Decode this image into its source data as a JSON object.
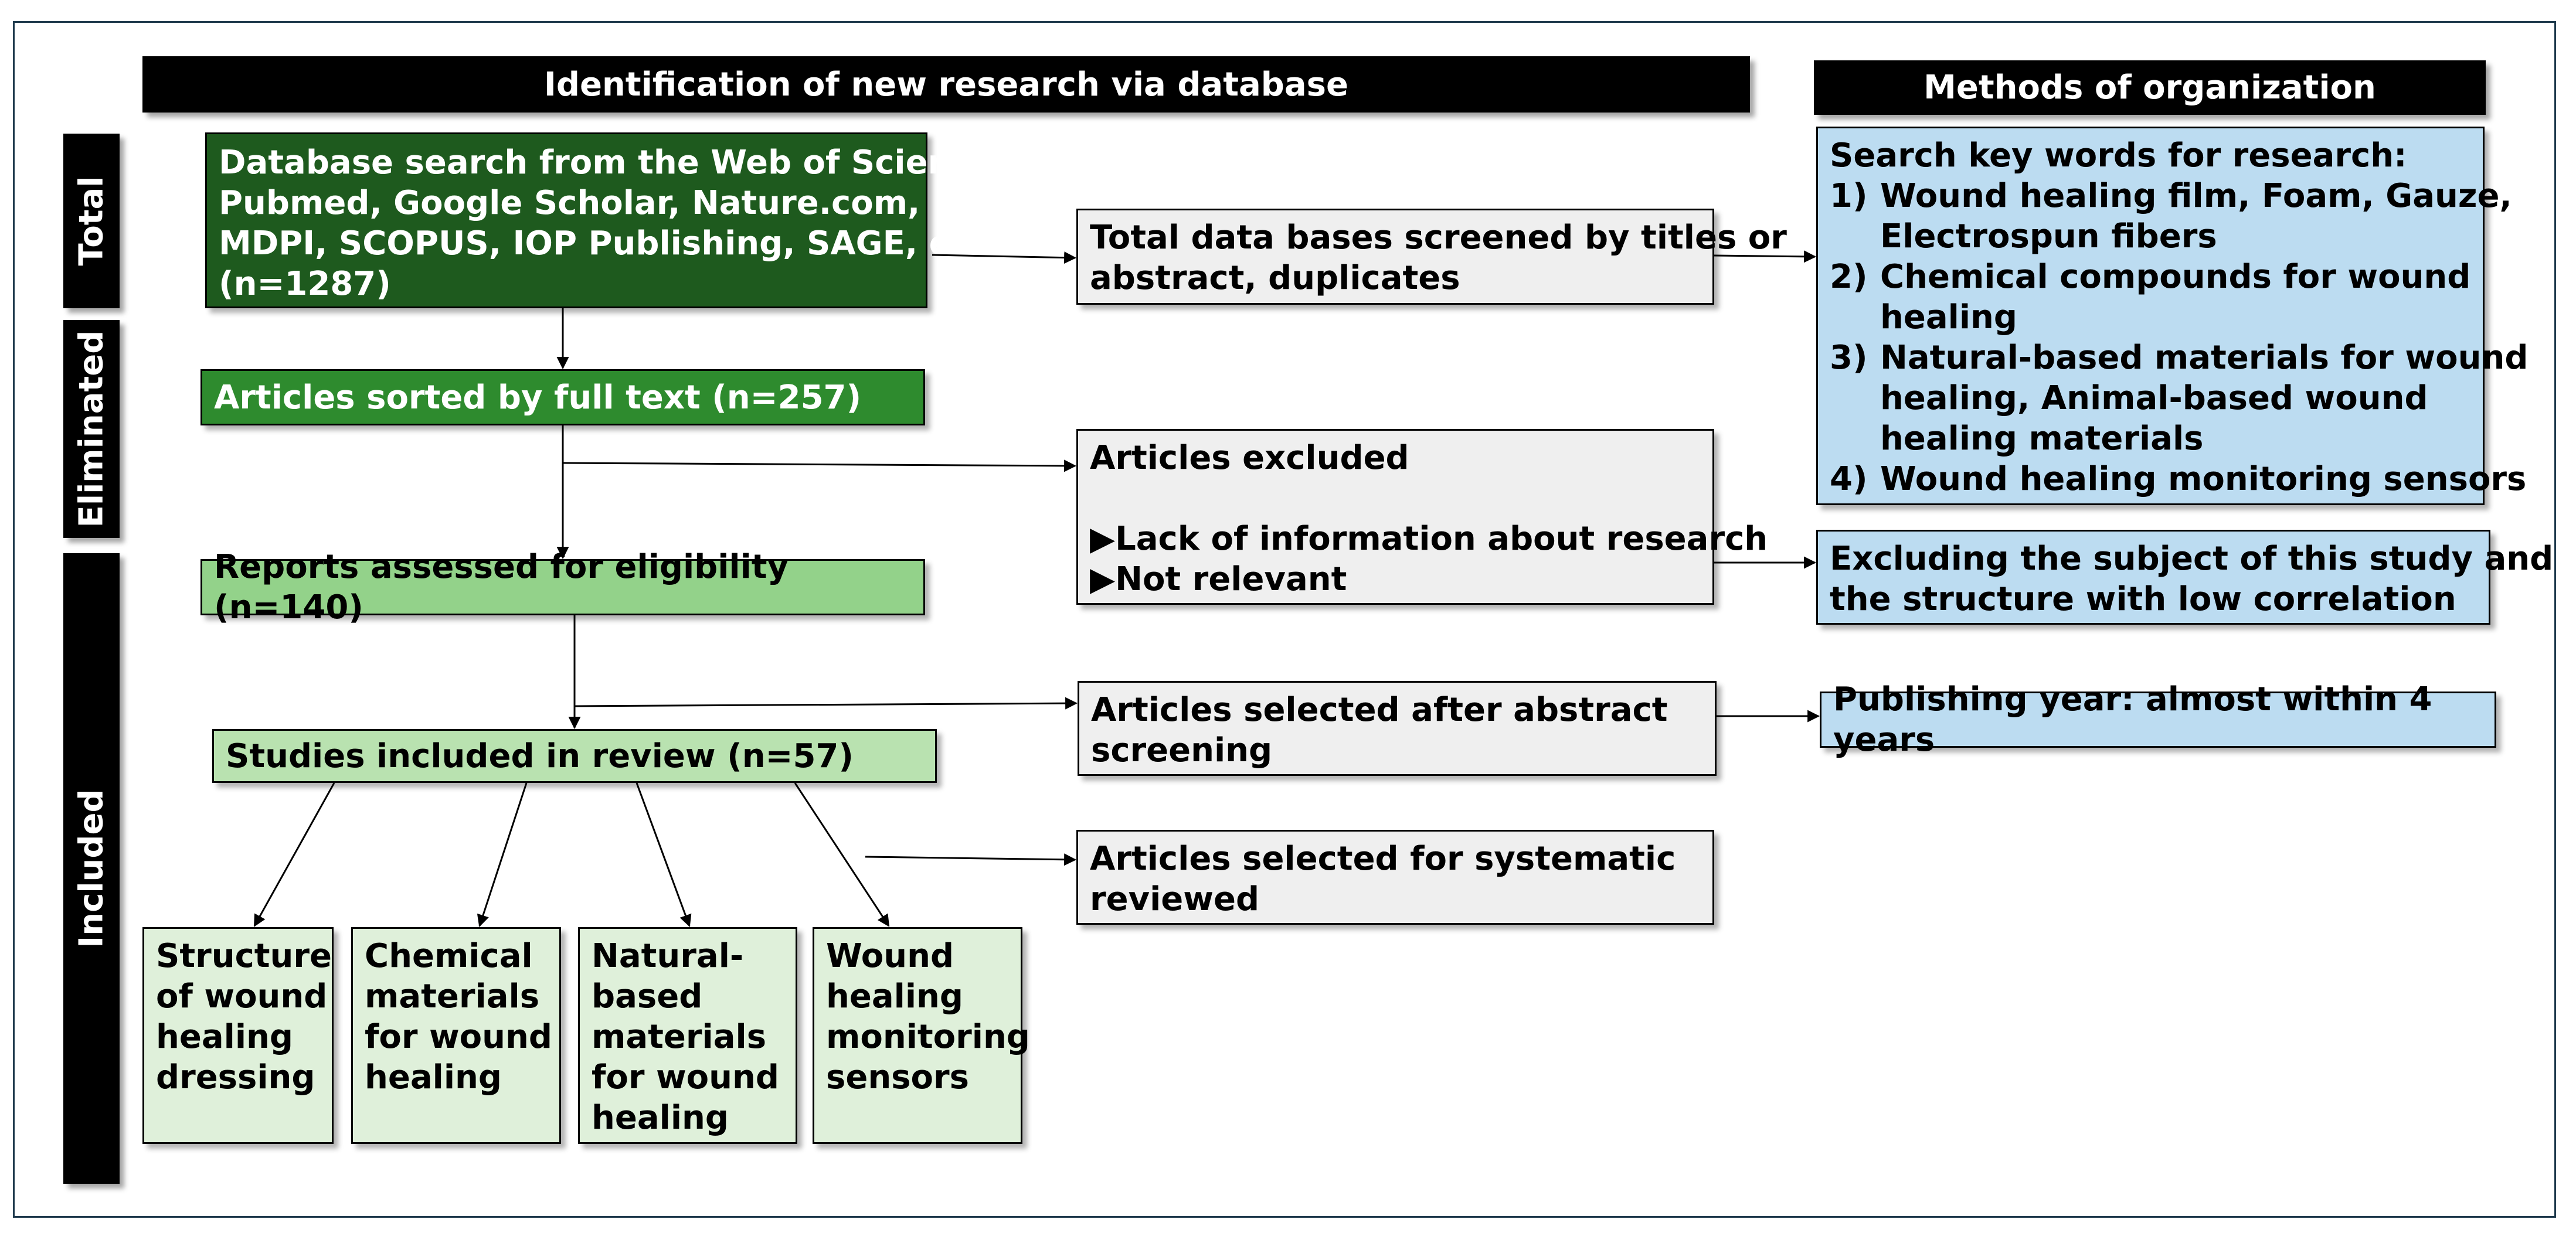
{
  "headers": {
    "identification": "Identification of new research via database",
    "methods": "Methods of organization"
  },
  "stages": {
    "total": "Total",
    "eliminated": "Eliminated",
    "included": "Included"
  },
  "flow": {
    "database_search": {
      "lines": [
        "Database search from the Web of Science,",
        "Pubmed, Google Scholar, Nature.com,",
        "MDPI, SCOPUS, IOP Publishing, SAGE, etc.",
        "(n=1287)"
      ]
    },
    "full_text": "Articles sorted by full text (n=257)",
    "eligibility": "Reports assessed for eligibility (n=140)",
    "included_review": "Studies included in review (n=57)"
  },
  "screening": {
    "total_screened": {
      "lines": [
        "Total data bases screened by titles or",
        "abstract, duplicates"
      ]
    },
    "excluded": {
      "title": "Articles excluded",
      "bullet_marker": "▶",
      "items": [
        "Lack of information about research",
        "Not relevant"
      ]
    },
    "abstract_selected": {
      "lines": [
        "Articles selected after abstract",
        "screening"
      ]
    },
    "systematic": {
      "lines": [
        "Articles selected for systematic",
        "reviewed"
      ]
    }
  },
  "categories": [
    {
      "lines": [
        "Structure",
        "of wound",
        "healing",
        "dressing"
      ]
    },
    {
      "lines": [
        "Chemical",
        "materials",
        "for wound",
        "healing"
      ]
    },
    {
      "lines": [
        "Natural-",
        "based",
        "materials",
        "for wound",
        "healing"
      ]
    },
    {
      "lines": [
        "Wound",
        "healing",
        "monitoring",
        "sensors"
      ]
    }
  ],
  "methods": {
    "keywords": {
      "title": "Search key words for research:",
      "items": [
        {
          "num": "1)",
          "lines": [
            "Wound healing film, Foam, Gauze,",
            "Electrospun fibers"
          ]
        },
        {
          "num": "2)",
          "lines": [
            "Chemical compounds for wound",
            "healing"
          ]
        },
        {
          "num": "3)",
          "lines": [
            "Natural-based materials for wound",
            "healing, Animal-based wound",
            "healing materials"
          ]
        },
        {
          "num": "4)",
          "lines": [
            "Wound healing monitoring sensors"
          ]
        }
      ]
    },
    "exclusion": {
      "lines": [
        "Excluding the subject of this study and",
        "the structure with low correlation"
      ]
    },
    "year": "Publishing year: almost within 4 years"
  },
  "colors": {
    "dark_green": "#1e5a1e",
    "mid_green": "#2e8b2e",
    "light_green": "#93d28a",
    "pale_green": "#b9e2b0",
    "leaf_green": "#dff0da",
    "grey": "#efefef",
    "blue": "#bcdcf1",
    "header_black": "#000000"
  }
}
